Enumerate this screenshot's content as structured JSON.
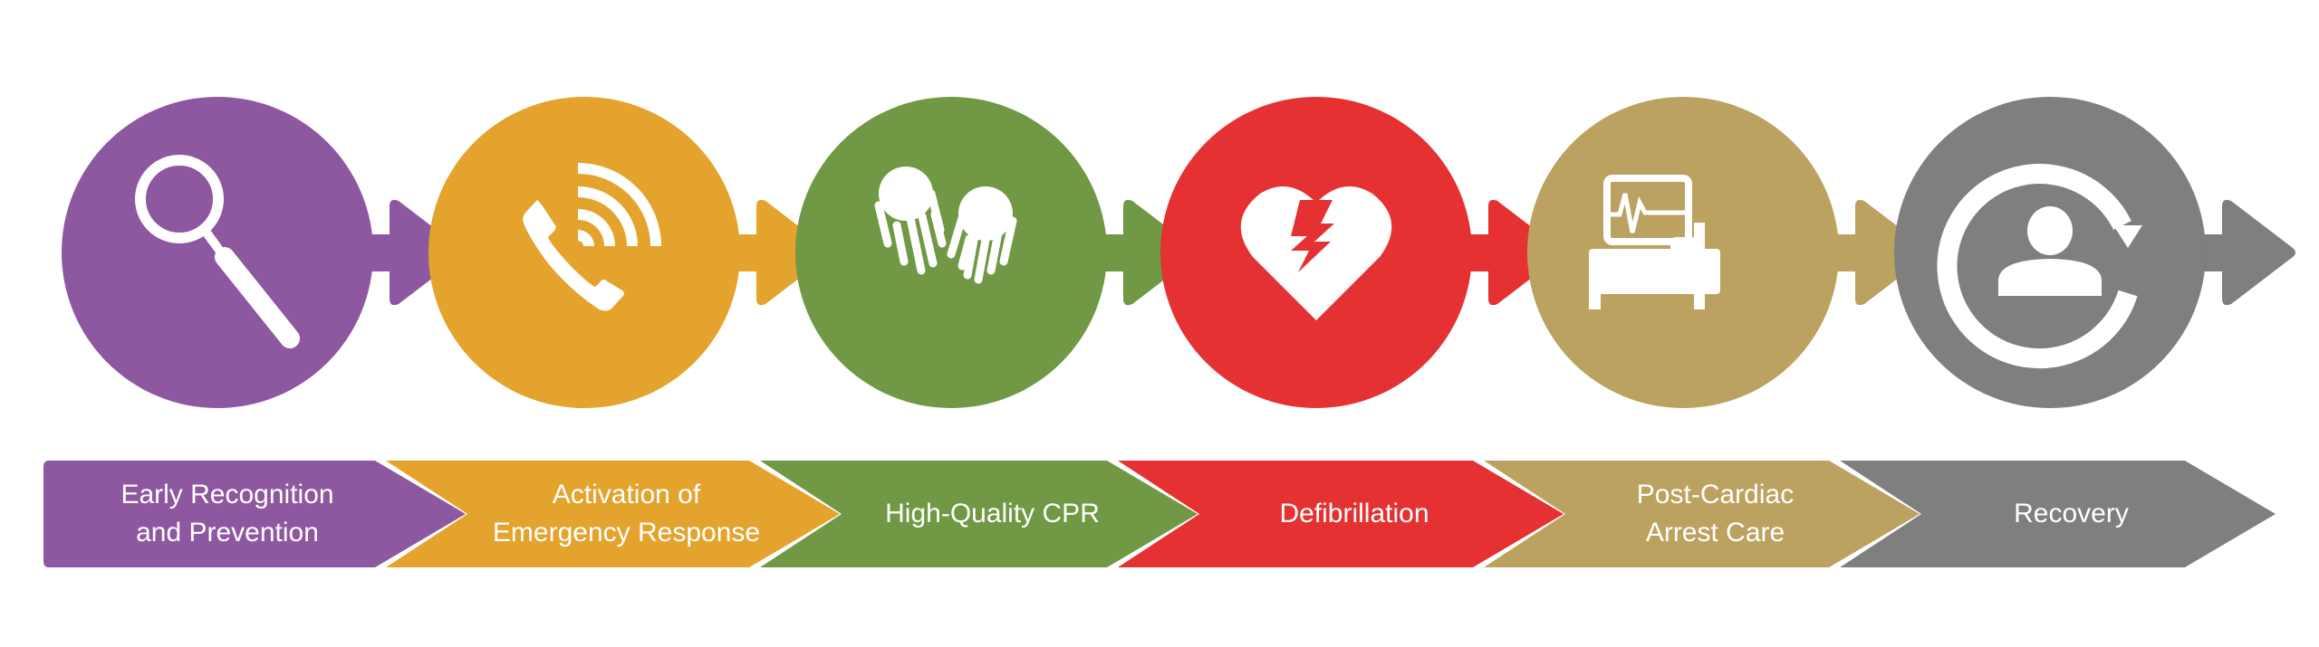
{
  "title": "Chain of Survival",
  "stages": [
    {
      "label": "Early Recognition\nand Prevention",
      "icon": "magnifier-icon",
      "color": "#8e58a1"
    },
    {
      "label": "Activation of\nEmergency Response",
      "icon": "phone-call-icon",
      "color": "#e4a32d"
    },
    {
      "label": "High-Quality CPR",
      "icon": "cpr-hands-icon",
      "color": "#719845"
    },
    {
      "label": "Defibrillation",
      "icon": "heart-lightning-icon",
      "color": "#e53132"
    },
    {
      "label": "Post-Cardiac\nArrest Care",
      "icon": "hospital-bed-monitor-icon",
      "color": "#bba260"
    },
    {
      "label": "Recovery",
      "icon": "person-cycle-icon",
      "color": "#7f7f7f"
    }
  ]
}
